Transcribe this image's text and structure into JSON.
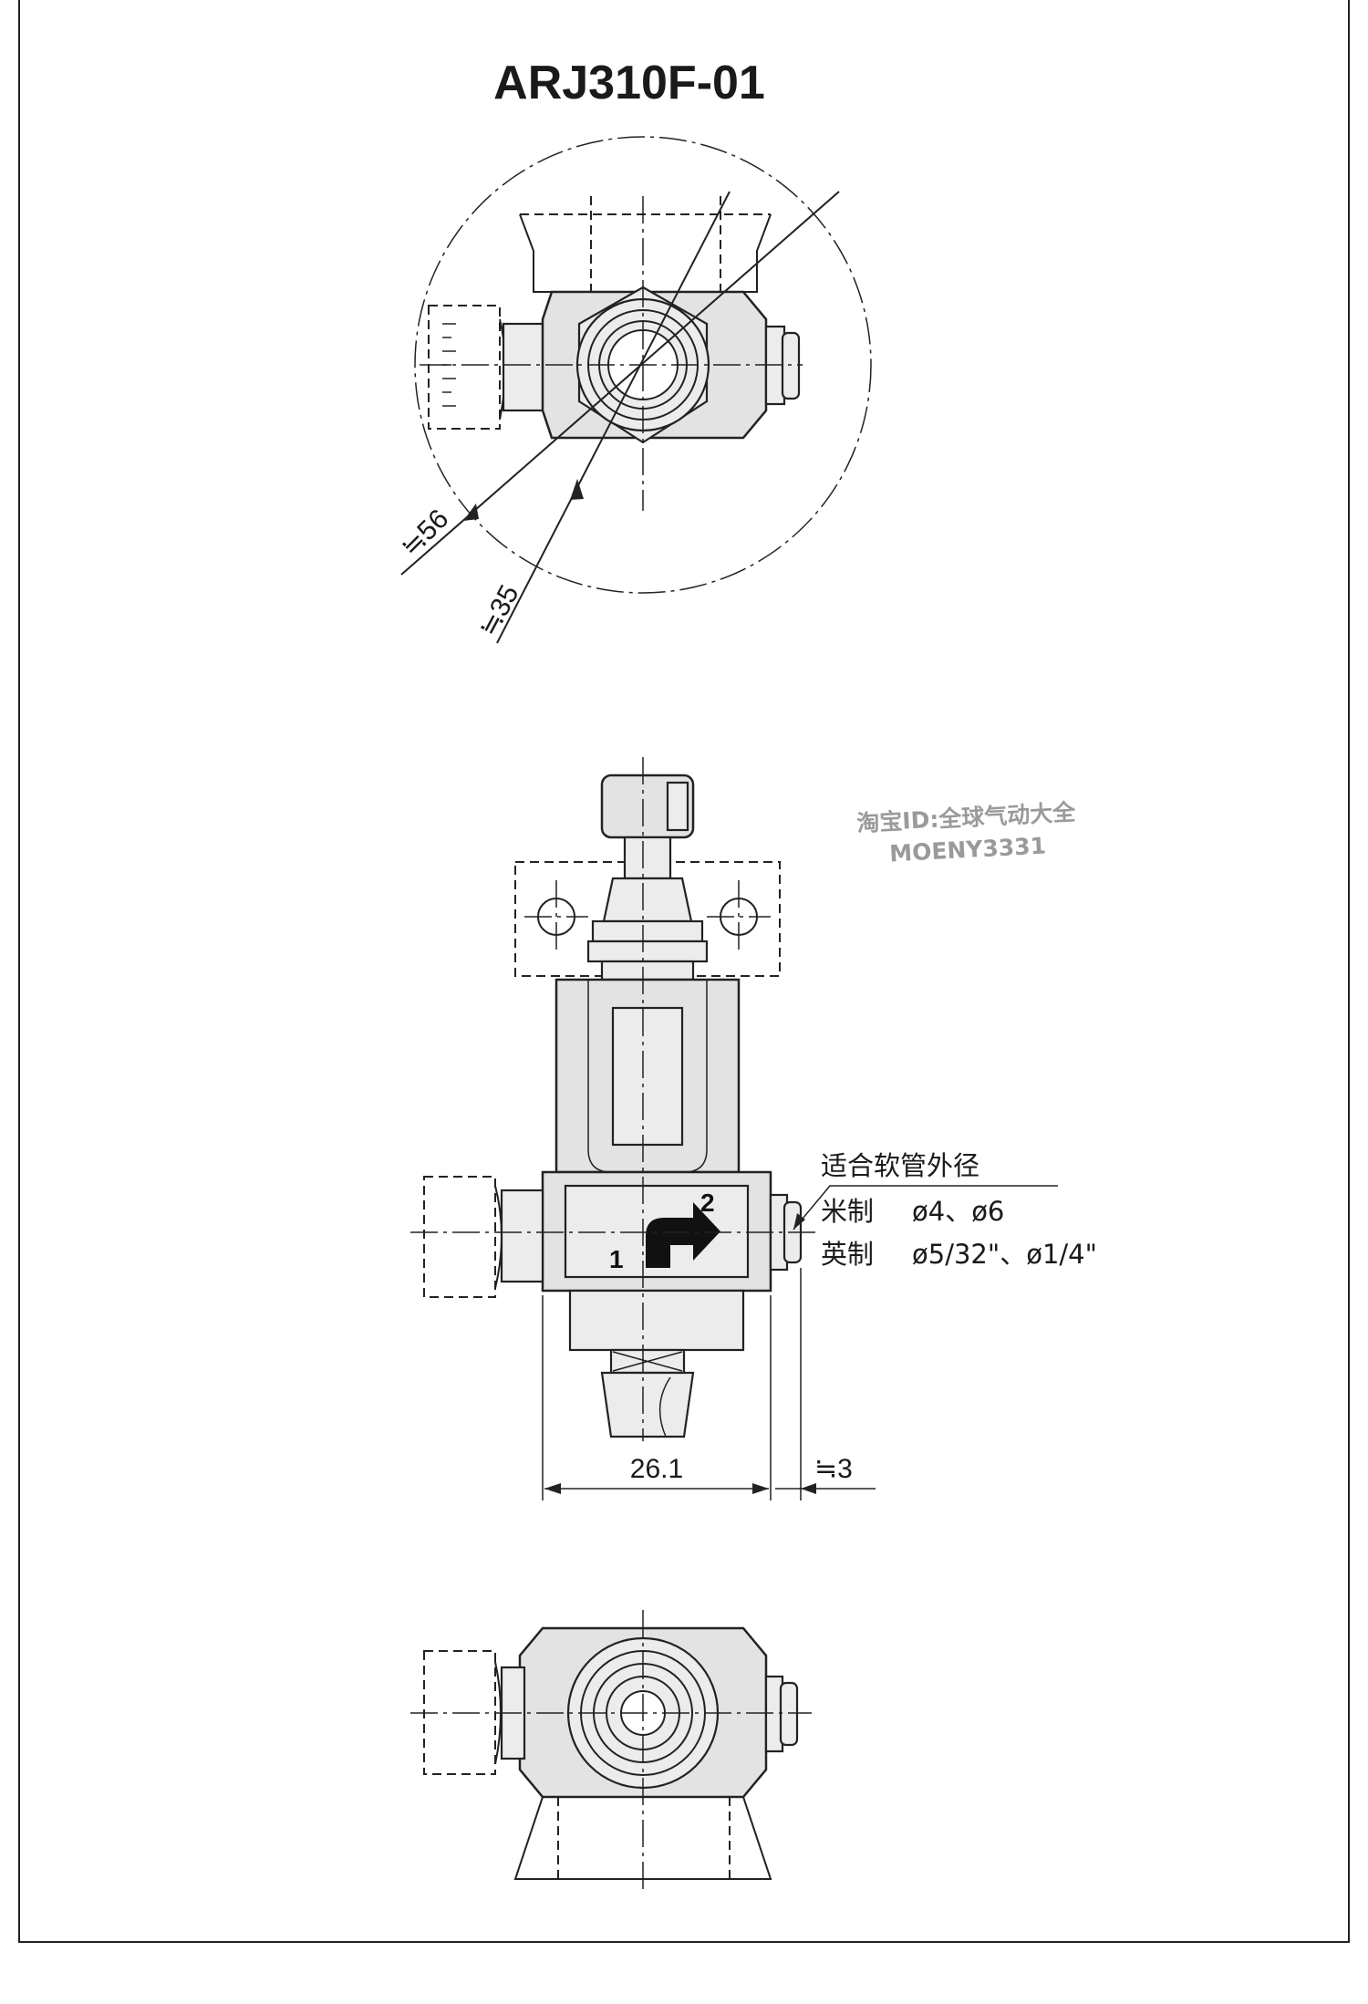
{
  "drawing": {
    "title": "ARJ310F-01",
    "dimensions": {
      "dia_outer": "≒56",
      "dia_inner": "≒35",
      "body_width": "26.1",
      "fitting_offset": "≒3"
    },
    "ports": {
      "in": "1",
      "out": "2"
    },
    "note": {
      "heading": "适合软管外径",
      "metric_label": "米制",
      "metric_value": "ø4、ø6",
      "inch_label": "英制",
      "inch_value": "ø5/32\"、ø1/4\""
    },
    "watermark": {
      "line1": "淘宝ID:全球气动大全",
      "line2": "MOENY3331"
    }
  }
}
